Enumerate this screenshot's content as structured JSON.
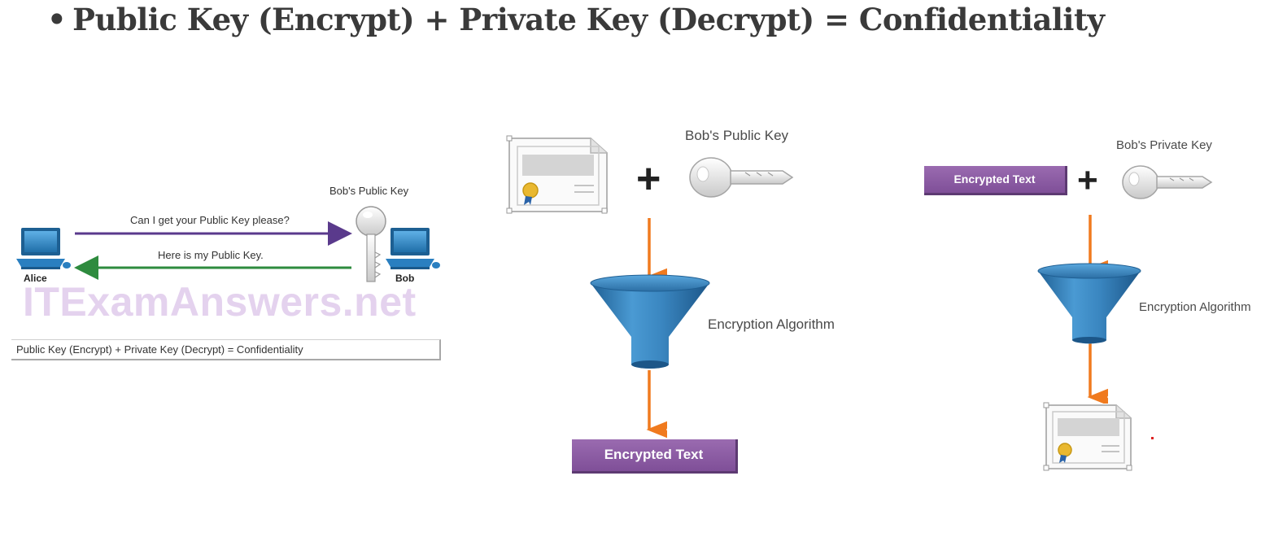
{
  "title": {
    "bullet": "•",
    "text": "Public Key (Encrypt) + Private Key (Decrypt) = Confidentiality"
  },
  "left_panel": {
    "alice_label": "Alice",
    "bob_label": "Bob",
    "key_label": "Bob's Public Key",
    "request_message": "Can I get your Public Key please?",
    "response_message": "Here is my Public Key.",
    "watermark": "ITExamAnswers.net",
    "caption": "Public Key (Encrypt) + Private Key (Decrypt) = Confidentiality",
    "colors": {
      "request_arrow": "#5a3a8c",
      "response_arrow": "#2e8b3e",
      "computer": "#2a7fc0"
    }
  },
  "middle_panel": {
    "key_label": "Bob's Public Key",
    "plus": "+",
    "algorithm_label": "Encryption Algorithm",
    "output_label": "Encrypted Text",
    "colors": {
      "arrow": "#f07a1e",
      "funnel": "#2f7db8",
      "box": "#8a5aa3"
    }
  },
  "right_panel": {
    "input_label": "Encrypted Text",
    "plus": "+",
    "key_label": "Bob's Private Key",
    "algorithm_label": "Encryption Algorithm",
    "colors": {
      "arrow": "#f07a1e",
      "funnel": "#2f7db8",
      "box": "#8a5aa3"
    }
  }
}
